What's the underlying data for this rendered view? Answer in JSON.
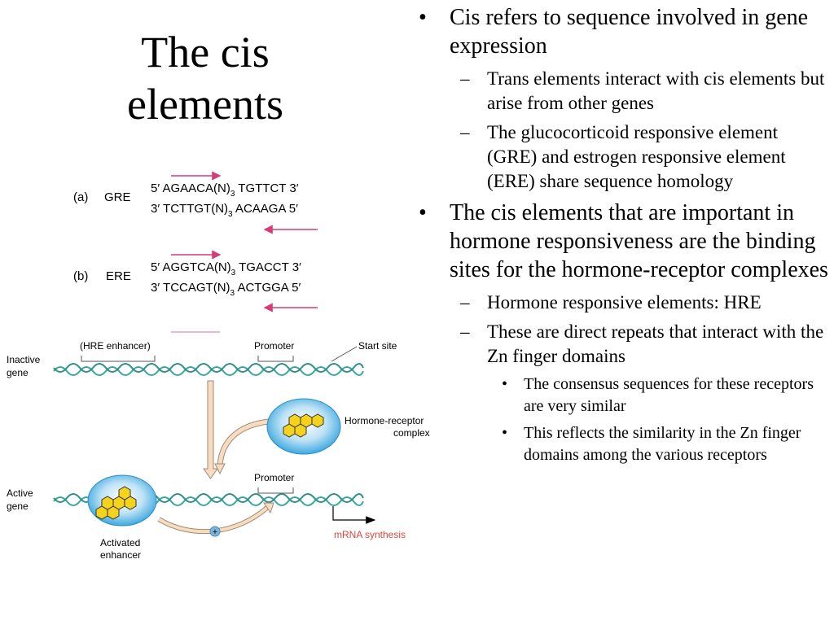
{
  "slide": {
    "title_line1": "The cis",
    "title_line2": "elements"
  },
  "bullets": {
    "b1": "Cis refers to sequence involved in gene expression",
    "b1_sub1": "Trans elements interact with cis elements but arise from other genes",
    "b1_sub2": "The glucocorticoid responsive element (GRE) and estrogen responsive element (ERE) share sequence homology",
    "b2": "The cis elements that are important in hormone responsiveness are the binding sites for the hormone-receptor complexes",
    "b2_sub1": "Hormone responsive elements: HRE",
    "b2_sub2": "These are direct repeats that interact with the Zn finger domains",
    "b2_sub2_sub1": "The consensus sequences for these receptors are very similar",
    "b2_sub2_sub2": "This reflects the similarity in the Zn finger domains among the various receptors",
    "marker_l1": "•",
    "marker_l2": "–",
    "marker_l3": "•"
  },
  "sequences": {
    "gre": {
      "letter": "(a)",
      "name": "GRE",
      "top_prefix": "5′ AGAACA(N)",
      "top_sub": "3",
      "top_suffix": " TGTTCT 3′",
      "bottom_prefix": "3′ TCTTGT(N)",
      "bottom_sub": "3",
      "bottom_suffix": " ACAAGA 5′"
    },
    "ere": {
      "letter": "(b)",
      "name": "ERE",
      "top_prefix": "5′ AGGTCA(N)",
      "top_sub": "3",
      "top_suffix": " TGACCT 3′",
      "bottom_prefix": "3′ TCCAGT(N)",
      "bottom_sub": "3",
      "bottom_suffix": " ACTGGA 5′"
    }
  },
  "diagram": {
    "hre_label": "(HRE enhancer)",
    "promoter_label": "Promoter",
    "start_site_label": "Start site",
    "inactive_label_1": "Inactive",
    "inactive_label_2": "gene",
    "complex_label_1": "Hormone-receptor",
    "complex_label_2": "complex",
    "promoter_label_2": "Promoter",
    "active_label_1": "Active",
    "active_label_2": "gene",
    "enhancer_label_1": "Activated",
    "enhancer_label_2": "enhancer",
    "plus_label": "+",
    "mrna_label": "mRNA synthesis"
  },
  "colors": {
    "dna": "#3aa6a0",
    "arrow_pink": "#d63c7a",
    "complex_blue": "#3fa9e0",
    "hexagon_yellow": "#f5d21c",
    "curve_arrow": "#f3d5b5",
    "mrna_red": "#e2463c",
    "plus_blue": "#7db6dd"
  }
}
